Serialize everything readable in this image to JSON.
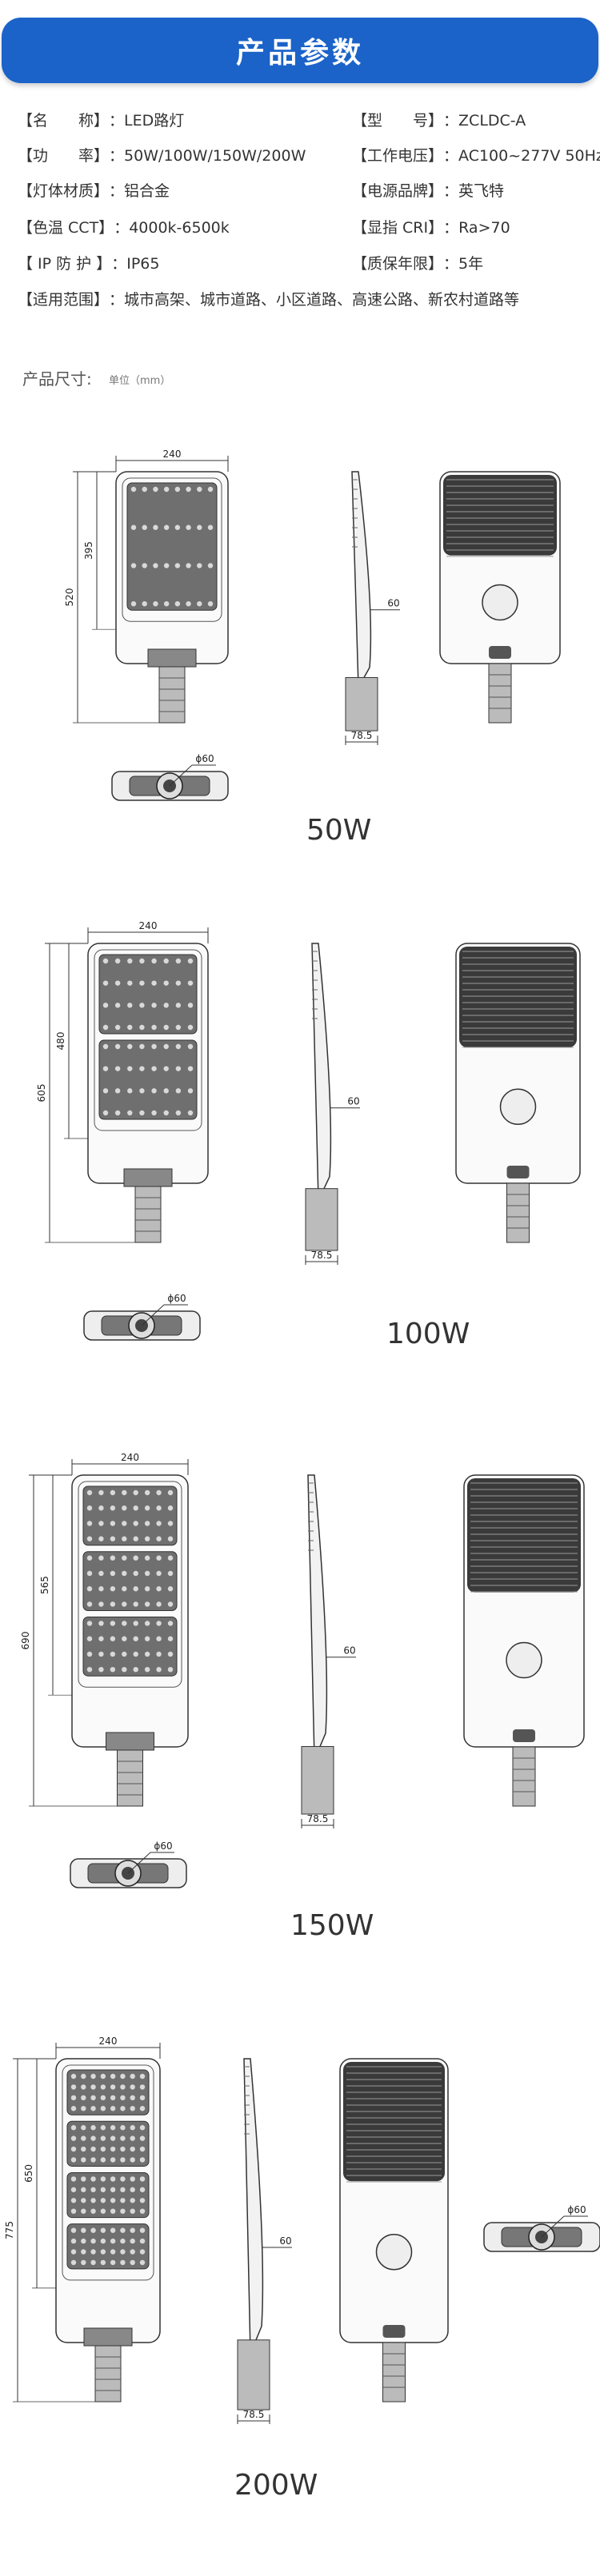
{
  "header": {
    "title": "产品参数"
  },
  "specs": {
    "left": [
      {
        "label": "【名　　称】",
        "value": "LED路灯"
      },
      {
        "label": "【功　　率】",
        "value": "50W/100W/150W/200W"
      },
      {
        "label": "【灯体材质】",
        "value": "铝合金"
      },
      {
        "label": "【色温 CCT】",
        "value": "4000k-6500k"
      },
      {
        "label": "【 IP 防 护 】",
        "value": "IP65"
      }
    ],
    "right": [
      {
        "label": "【型　　号】",
        "value": "ZCLDC-A"
      },
      {
        "label": "【工作电压】",
        "value": "AC100~277V 50Hz"
      },
      {
        "label": "【电源品牌】",
        "value": "英飞特"
      },
      {
        "label": "【显指 CRI】",
        "value": "Ra>70"
      },
      {
        "label": "【质保年限】",
        "value": "5年"
      }
    ],
    "scope": {
      "label": "【适用范围】",
      "value": "城市高架、城市道路、小区道路、高速公路、新农村道路等"
    }
  },
  "dimensions": {
    "title": "产品尺寸:",
    "unit": "单位（mm）",
    "models": [
      {
        "model": "50W",
        "width": "240",
        "total": "520",
        "head": "395",
        "side_w": "60",
        "base": "78.5",
        "pole_d": "ϕ60"
      },
      {
        "model": "100W",
        "width": "240",
        "total": "605",
        "head": "480",
        "side_w": "60",
        "base": "78.5",
        "pole_d": "ϕ60"
      },
      {
        "model": "150W",
        "width": "240",
        "total": "690",
        "head": "565",
        "side_w": "60",
        "base": "78.5",
        "pole_d": "ϕ60"
      },
      {
        "model": "200W",
        "width": "240",
        "total": "775",
        "head": "650",
        "side_w": "60",
        "base": "78.5",
        "pole_d": "ϕ60"
      }
    ]
  }
}
